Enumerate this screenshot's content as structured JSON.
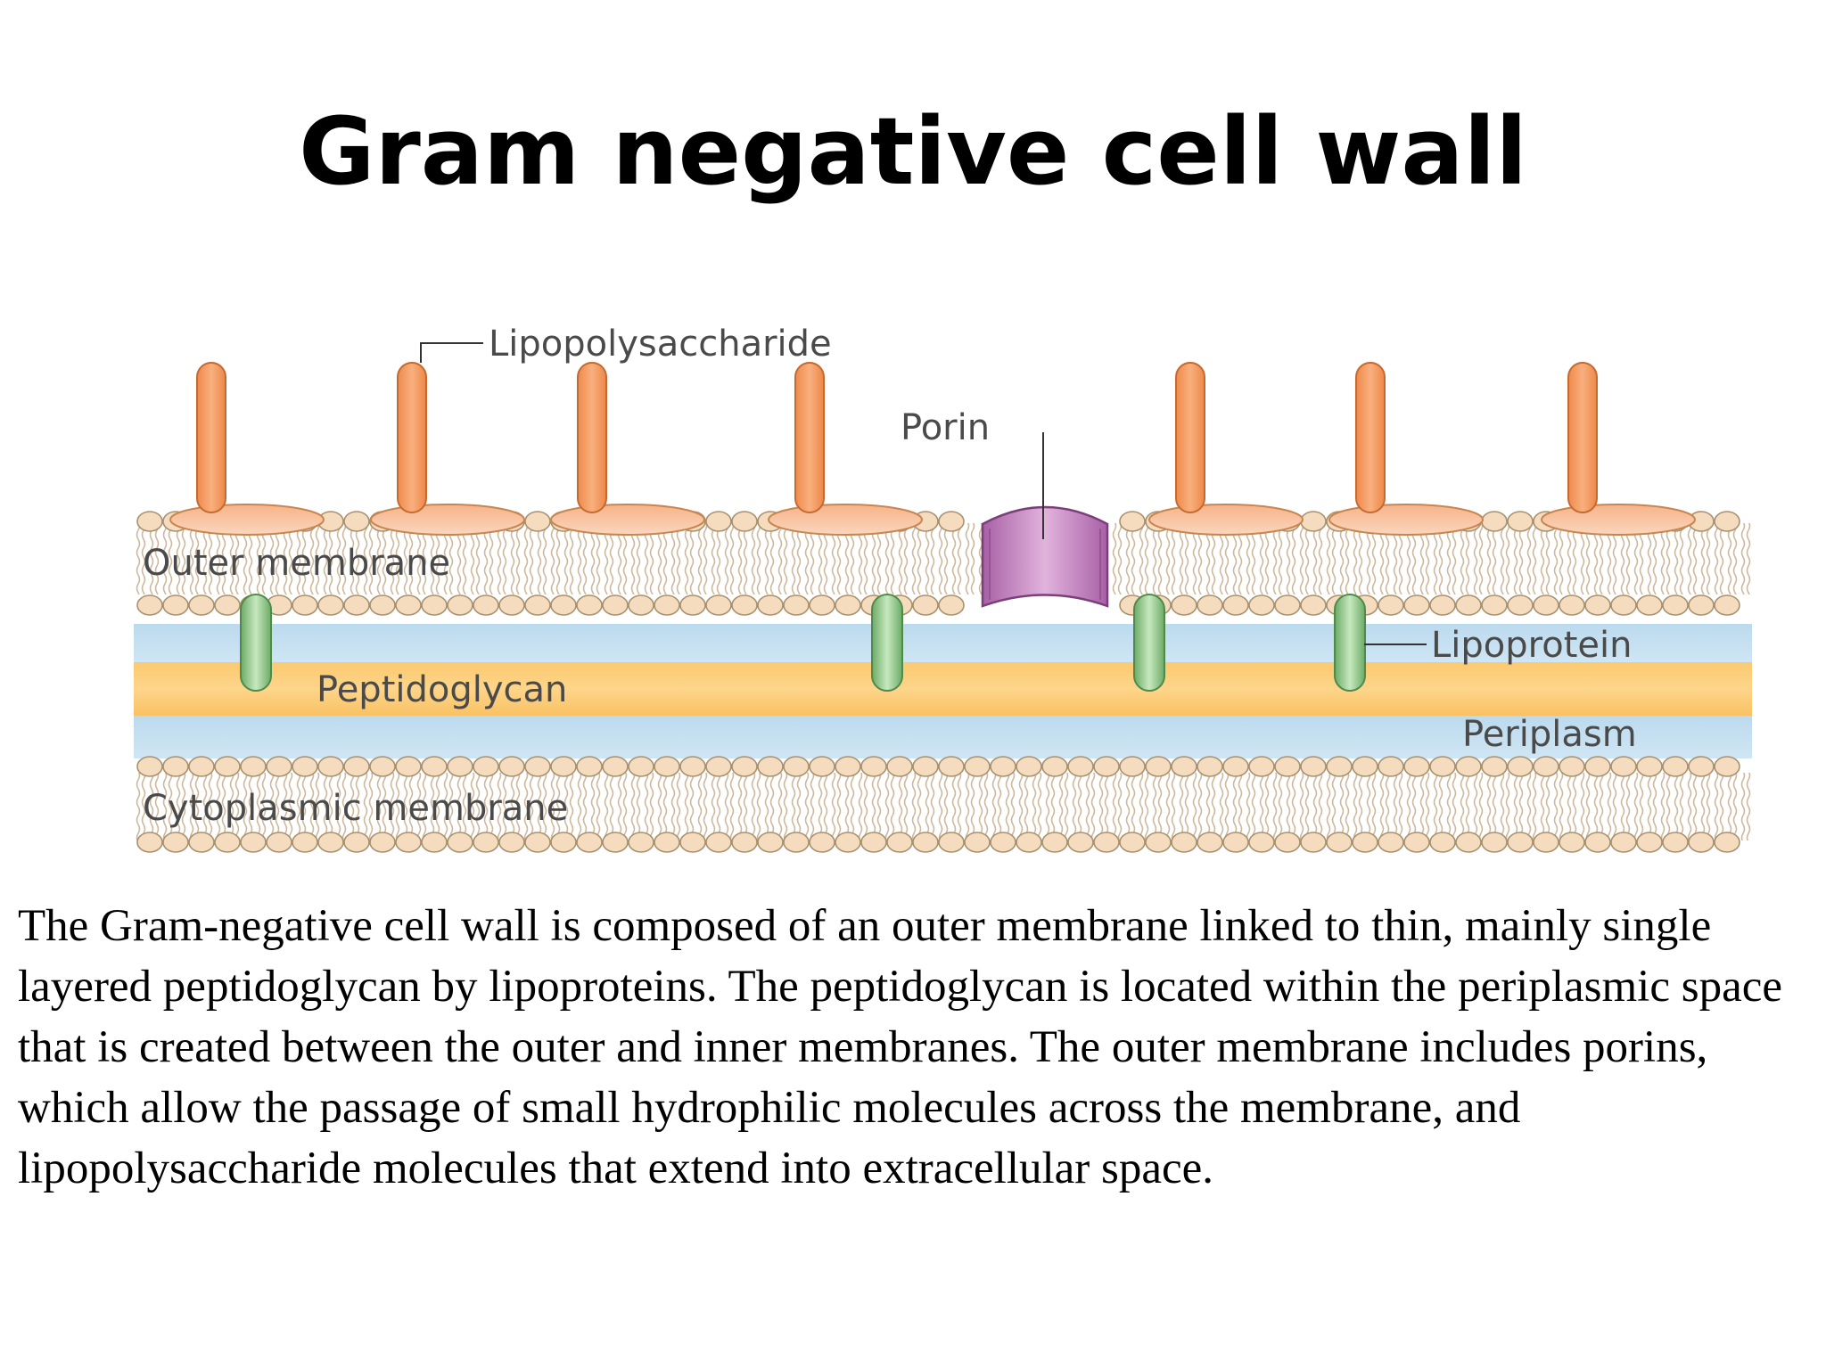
{
  "title": "Gram negative cell wall",
  "diagram": {
    "labels": {
      "lipopolysaccharide": "Lipopolysaccharide",
      "porin": "Porin",
      "outer_membrane": "Outer membrane",
      "lipoprotein": "Lipoprotein",
      "peptidoglycan": "Peptidoglycan",
      "periplasm": "Periplasm",
      "cytoplasmic_membrane": "Cytoplasmic membrane"
    },
    "colors": {
      "lipopolysaccharide": "#f0a46a",
      "lipid_head": "#f6dcbf",
      "lipid_tail": "#c9b49a",
      "porin": "#c990c4",
      "lipoprotein": "#9ccd93",
      "peptidoglycan": "#fbc66a",
      "periplasm": "#c6e0f0"
    }
  },
  "caption": "The Gram-negative cell wall is composed of an outer membrane linked to thin, mainly single layered peptidoglycan by lipoproteins. The peptidoglycan is located within the periplasmic space that is created between the outer and inner membranes. The outer membrane includes porins, which allow the passage of small hydrophilic molecules across the membrane, and lipopolysaccharide molecules that extend into extracellular space."
}
